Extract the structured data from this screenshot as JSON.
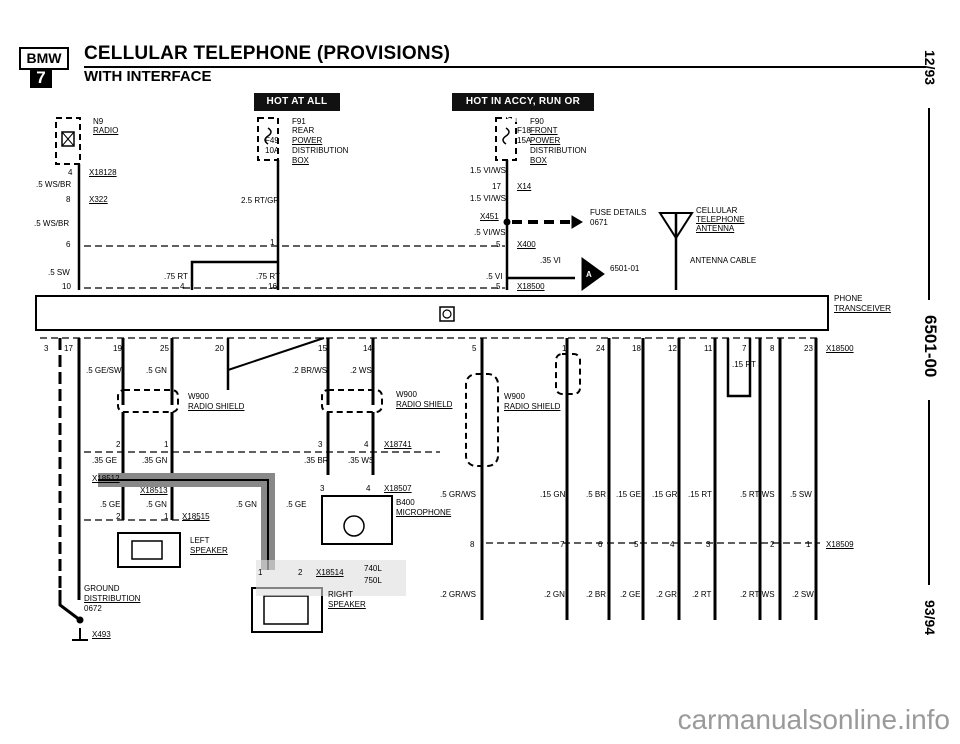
{
  "header": {
    "logo_top": "BMW",
    "logo_num": "7",
    "title": "CELLULAR TELEPHONE (PROVISIONS)",
    "subtitle": "WITH INTERFACE"
  },
  "side_labels": {
    "date": "12/93",
    "section": "6501-00",
    "model": "93/94"
  },
  "hot_boxes": {
    "always": "HOT AT ALL TIMES",
    "accy": "HOT IN ACCY, RUN OR START"
  },
  "left_top": {
    "n9": "N9",
    "radio": "RADIO",
    "pin4": "4",
    "x18128": "X18128",
    "w1": ".5 WS/BR",
    "pin8": "8",
    "x322": "X322",
    "w2": ".5 WS/BR",
    "pin6": "6",
    "w3": ".5 SW",
    "pin10": "10"
  },
  "fuse_left": {
    "f91": "F91",
    "rear": "REAR",
    "power": "POWER",
    "dist": "DISTRIBUTION",
    "box": "BOX",
    "f49": "F49",
    "amp": "10A",
    "wire": "2.5 RT/GR",
    "pin1": "1"
  },
  "fuse_right": {
    "f90": "F90",
    "front": "FRONT",
    "power": "POWER",
    "dist": "DISTRIBUTION",
    "box": "BOX",
    "f18": "F18",
    "amp": "15A",
    "w1": "1.5 VI/WS",
    "pin17": "17",
    "x14": "X14",
    "w2": "1.5 VI/WS",
    "x451": "X451",
    "fuse_details": "FUSE DETAILS",
    "ref": "0671",
    "w3": ".5 VI/WS",
    "pin5a": "5",
    "x400": "X400",
    "w4": ".35 VI",
    "conn_a": "A",
    "ref2": "6501-01",
    "w5": ".5 VI",
    "pin5b": "5",
    "x18500": "X18500"
  },
  "mid_top": {
    "w75a": ".75 RT",
    "pin4": "4",
    "w75b": ".75 RT",
    "pin16": "16"
  },
  "antenna": {
    "cellular": "CELLULAR",
    "telephone": "TELEPHONE",
    "antenna": "ANTENNA",
    "cable": "ANTENNA CABLE"
  },
  "transceiver": {
    "phone": "PHONE",
    "transceiver": "TRANSCEIVER"
  },
  "pins_top": [
    "3",
    "17",
    "19",
    "25",
    "20",
    "15",
    "14",
    "5",
    "1",
    "24",
    "18",
    "12",
    "11",
    "7",
    "8",
    "23"
  ],
  "x18500b": "X18500",
  "radio_shield": {
    "w1": ".5 GE/SW",
    "w2": ".5 GN",
    "w900": "W900",
    "shield": "RADIO SHIELD",
    "w3": ".2 BR/WS",
    "w4": ".2 WS",
    "w900b": "W900",
    "shield_b": "RADIO SHIELD",
    "w900c": "W900",
    "shield_c": "RADIO SHIELD",
    "rt15": ".15 RT"
  },
  "speakers": {
    "p2": "2",
    "p1": "1",
    "w35ge": ".35 GE",
    "w35gn": ".35 GN",
    "p3": "3",
    "p4": "4",
    "x18741": "X18741",
    "w35br": ".35 BR",
    "w35ws": ".35 WS",
    "x18512": "X18512",
    "x18513": "X18513",
    "ge5": ".5 GE",
    "gn5": ".5 GN",
    "gn5b": ".5 GN",
    "ge5b": ".5 GE",
    "p2b": "2",
    "p1b": "1",
    "x18515": "X18515",
    "left": "LEFT",
    "speaker": "SPEAKER",
    "p3b": "3",
    "p4b": "4",
    "x18507": "X18507",
    "b400": "B400",
    "mic": "MICROPHONE",
    "p1c": "1",
    "p2c": "2",
    "x18514": "X18514",
    "l740": "740L",
    "l750": "750L",
    "right": "RIGHT",
    "speaker2": "SPEAKER"
  },
  "ground": {
    "ground": "GROUND",
    "dist": "DISTRIBUTION",
    "ref": "0672",
    "x493": "X493"
  },
  "bottom_wires": {
    "grws5": ".5 GR/WS",
    "gn15": ".15 GN",
    "br5": ".5 BR",
    "ge15": ".15 GE",
    "gr15": ".15 GR",
    "rt15": ".15 RT",
    "rtws5": ".5 RT/WS",
    "sw5": ".5 SW",
    "pins": [
      "8",
      "7",
      "6",
      "5",
      "4",
      "3",
      "2",
      "1"
    ],
    "x18509": "X18509",
    "grws2": ".2 GR/WS",
    "gn2": ".2 GN",
    "br2": ".2 BR",
    "ge2": ".2 GE",
    "gr2": ".2 GR",
    "rt2": ".2 RT",
    "rtws2": ".2 RT/WS",
    "sw2": ".2 SW"
  },
  "watermark": "carmanualsonline.info"
}
